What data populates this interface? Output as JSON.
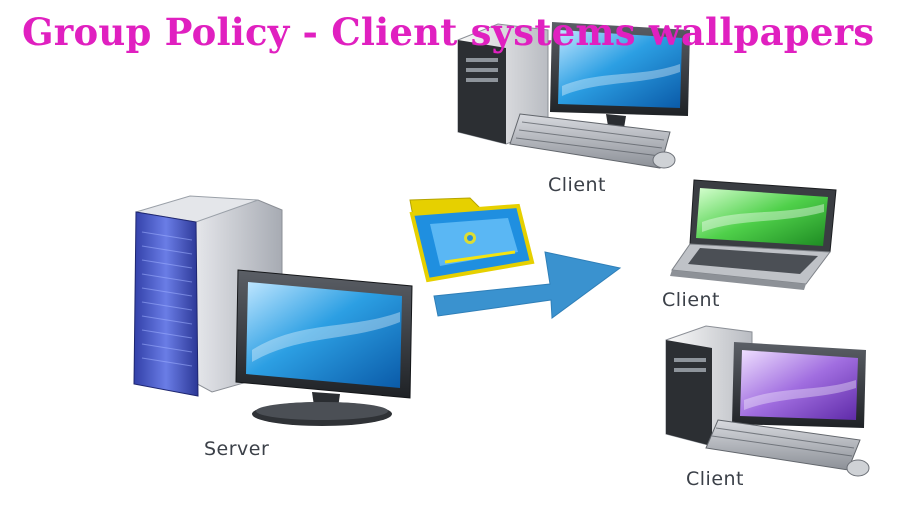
{
  "title": "Group Policy - Client systems wallpapers",
  "nodes": {
    "server_label": "Server",
    "client_desktop_label": "Client",
    "client_laptop_label": "Client",
    "client_purple_label": "Client"
  },
  "icons": {
    "folder": "folder-with-wallpaper-icon",
    "arrow": "arrow-right-icon"
  },
  "colors": {
    "title": "#e020c0",
    "arrow": "#3a92cf",
    "folder": "#f2e318",
    "screen_blue": "#2c9fe3",
    "screen_green": "#4fd04a",
    "screen_purple": "#a16ee0"
  }
}
